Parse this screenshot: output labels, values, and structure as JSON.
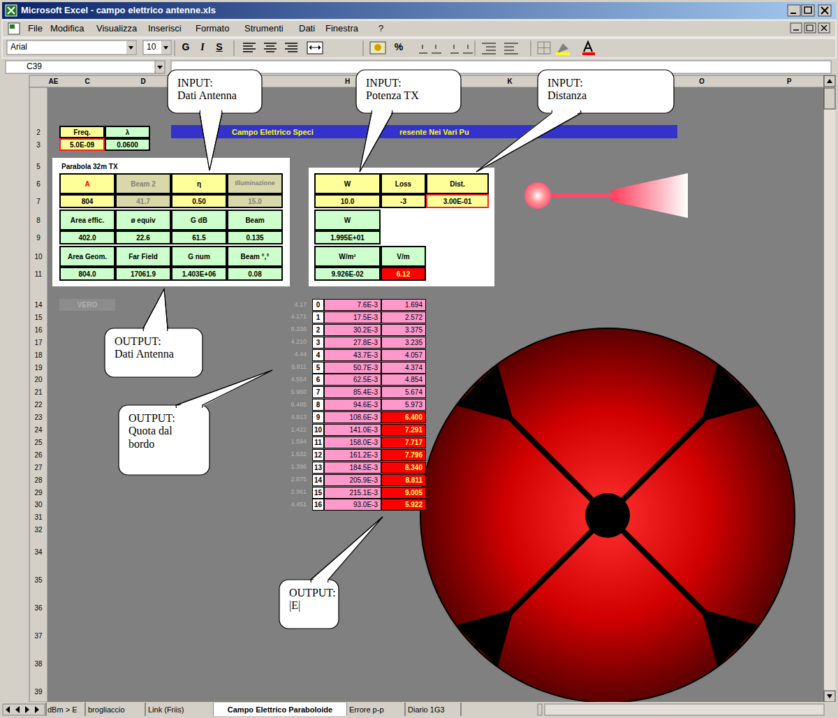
{
  "diagram": {
    "title": "Microsoft Excel - campo elettrico antenne.xls",
    "nodes": [
      {
        "text": [
          "INPUT:",
          "Dati Antenna"
        ]
      },
      {
        "text": [
          "INPUT:",
          "Potenza TX"
        ]
      },
      {
        "text": [
          "INPUT:",
          "Distanza"
        ]
      },
      {
        "text": [
          "OUTPUT:",
          "Dati Antenna"
        ]
      },
      {
        "text": [
          "OUTPUT:",
          "Quota dal bordo"
        ]
      },
      {
        "text": [
          "OUTPUT:",
          "|E|"
        ]
      }
    ],
    "labels": [
      "File",
      "Modifica",
      "Visualizza",
      "Inserisci",
      "Formato",
      "Strumenti",
      "Dati",
      "Finestra",
      "?",
      "Arial",
      "10",
      "G",
      "I",
      "S",
      "%",
      "C39",
      "AE",
      "C",
      "D",
      "H",
      "K",
      "O",
      "P",
      "2",
      "3",
      "5",
      "6",
      "7",
      "8",
      "9",
      "10",
      "11",
      "14",
      "15",
      "16",
      "17",
      "18",
      "19",
      "20",
      "21",
      "22",
      "23",
      "24",
      "25",
      "26",
      "27",
      "28",
      "29",
      "30",
      "31",
      "32",
      "34",
      "35",
      "36",
      "37",
      "38",
      "39",
      "Freq.",
      "λ",
      "5.0E-09",
      "0.0600",
      "Campo Elettrico Speci",
      "resente Nei Vari Pu",
      "Parabola 32m TX",
      "A",
      "Beam 2",
      "η",
      "Illuminazione",
      "804",
      "41.7",
      "0.50",
      "15.0",
      "W",
      "Loss",
      "Dist.",
      "10.0",
      "-3",
      "3.00E-01",
      "Area effic.",
      "ø equiv",
      "G dB",
      "Beam",
      "W",
      "402.0",
      "22.6",
      "61.5",
      "0.135",
      "1.995E+01",
      "Area Geom.",
      "Far Field",
      "G num",
      "Beam °,°",
      "W/m²",
      "V/m",
      "804.0",
      "17061.9",
      "1.403E+06",
      "0.08",
      "9.926E-02",
      "6.12",
      "VERO",
      "4.17",
      "0",
      "7.6E-3",
      "1.694",
      "4.171",
      "1",
      "17.5E-3",
      "2.572",
      "8.336",
      "2",
      "30.2E-3",
      "3.375",
      "4.210",
      "3",
      "27.8E-3",
      "3.235",
      "4.44",
      "4",
      "43.7E-3",
      "4.057",
      "6.811",
      "5",
      "50.7E-3",
      "4.374",
      "4.554",
      "6",
      "62.5E-3",
      "4.854",
      "5.960",
      "7",
      "85.4E-3",
      "5.674",
      "6.485",
      "8",
      "94.6E-3",
      "5.973",
      "4.913",
      "9",
      "108.6E-3",
      "6.400",
      "1.422",
      "10",
      "141.0E-3",
      "7.291",
      "1.594",
      "11",
      "158.0E-3",
      "7.717",
      "1.632",
      "12",
      "161.2E-3",
      "7.796",
      "1.396",
      "13",
      "184.5E-3",
      "8.340",
      "2.875",
      "14",
      "205.9E-3",
      "8.811",
      "2.961",
      "15",
      "215.1E-3",
      "9.005",
      "4.451",
      "16",
      "93.0E-3",
      "5.922",
      "dBm > E",
      "brogliaccio",
      "Link (Friis)",
      "Campo Elettrico Paraboloide",
      "Errore p-p",
      "Diario 1G3"
    ]
  }
}
